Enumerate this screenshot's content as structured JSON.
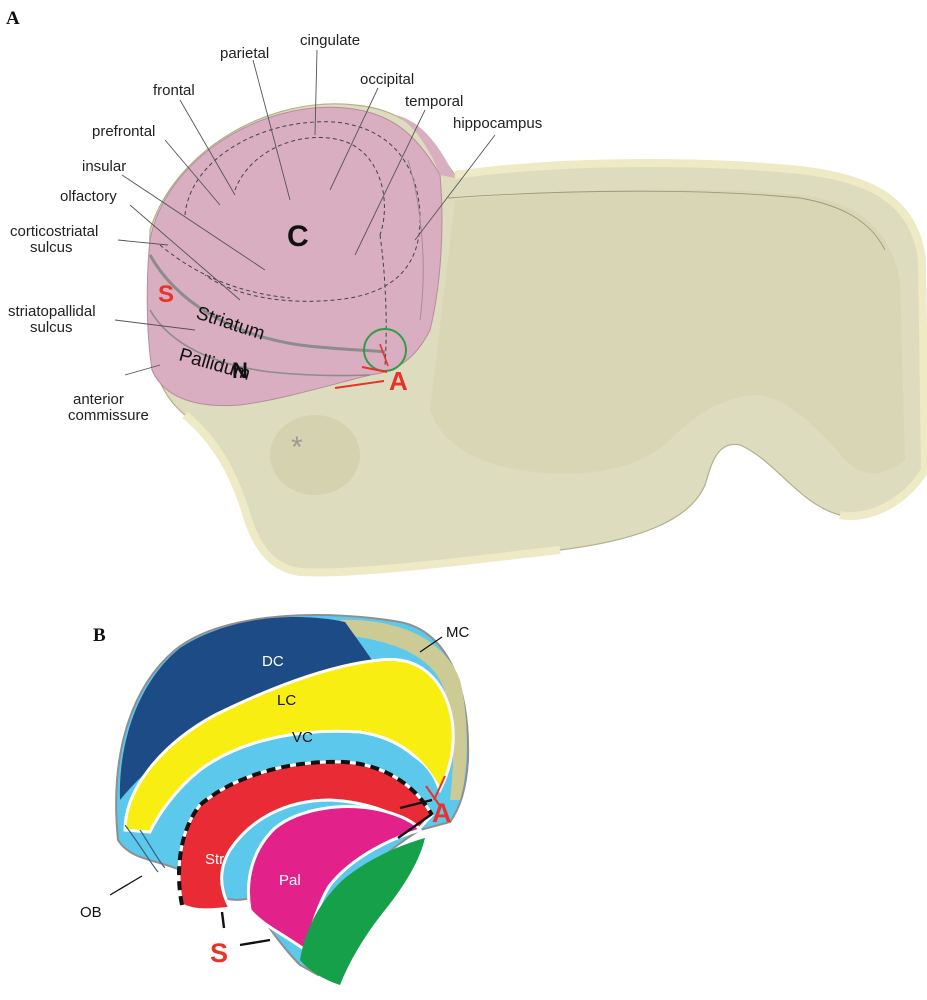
{
  "panel_a": {
    "letter": "A",
    "labels": {
      "parietal": "parietal",
      "cingulate": "cingulate",
      "occipital": "occipital",
      "frontal": "frontal",
      "temporal": "temporal",
      "hippocampus": "hippocampus",
      "prefrontal": "prefrontal",
      "insular": "insular",
      "olfactory": "olfactory",
      "corticostriatal_line1": "corticostriatal",
      "corticostriatal_line2": "sulcus",
      "striatopallidal_line1": "striatopallidal",
      "striatopallidal_line2": "sulcus",
      "anterior_commissure_line1": "anterior",
      "anterior_commissure_line2": "commissure",
      "cortex": "C",
      "striatum": "Striatum",
      "pallidum": "Pallidum",
      "n_mark": "N",
      "s_mark": "S",
      "a_mark": "A",
      "asterisk": "*"
    }
  },
  "panel_b": {
    "letter": "B",
    "labels": {
      "dc": "DC",
      "lc": "LC",
      "vc": "VC",
      "mc": "MC",
      "str": "Str",
      "pal": "Pal",
      "ob": "OB",
      "s_mark": "S",
      "a_mark": "A"
    }
  },
  "colors": {
    "tissue_fill": "#dedcbe",
    "tissue_rim": "#eeeac6",
    "cortex_pink": "#d9aec0",
    "dc_blue": "#1d4b86",
    "lc_yellow": "#f8ee12",
    "vc_cyan": "#5cc8ec",
    "mc_olive": "#cdcb95",
    "str_red": "#e82b34",
    "pal_magenta": "#e2218b",
    "green": "#16a04a",
    "mark_red": "#e8322a",
    "circle_green": "#2f9c48"
  }
}
